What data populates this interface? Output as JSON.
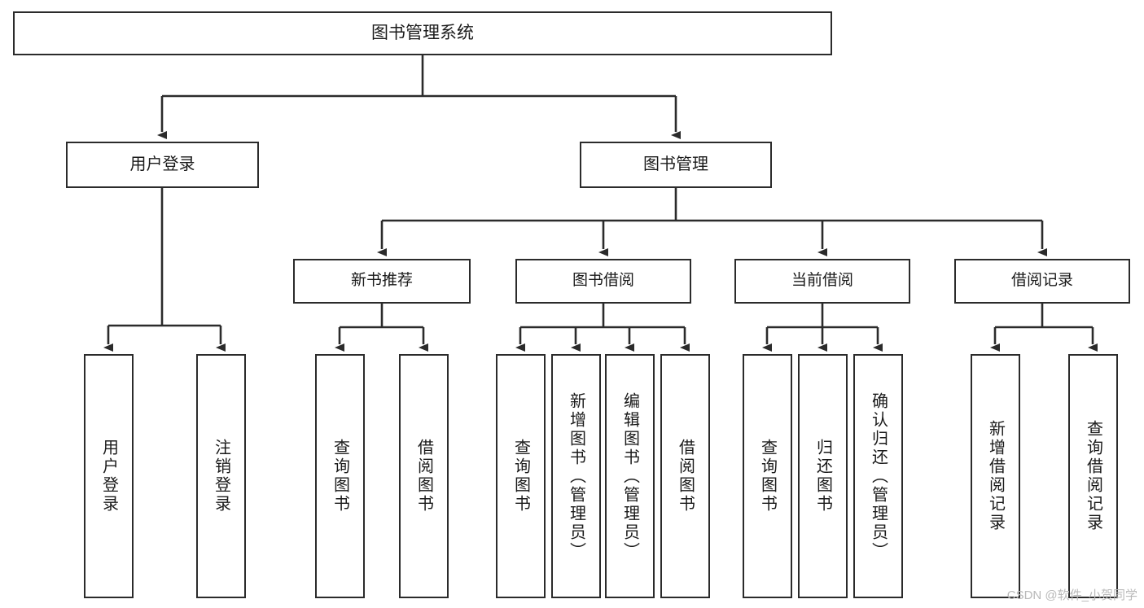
{
  "diagram": {
    "title": "图书管理系统",
    "type": "hierarchy-tree",
    "colors": {
      "box_border": "#2b2b2b",
      "box_fill": "#ffffff",
      "connector": "#2b2b2b",
      "text": "#1a1a1a",
      "watermark": "#b9b9b9"
    },
    "nodes": {
      "root": {
        "label": "图书管理系统"
      },
      "level1": [
        {
          "label": "用户登录"
        },
        {
          "label": "图书管理"
        }
      ],
      "level2": [
        {
          "label": "新书推荐"
        },
        {
          "label": "图书借阅"
        },
        {
          "label": "当前借阅"
        },
        {
          "label": "借阅记录"
        }
      ],
      "leaves": {
        "user_login": [
          {
            "label": "用户登录"
          },
          {
            "label": "注销登录"
          }
        ],
        "new_book_recommend": [
          {
            "label": "查询图书"
          },
          {
            "label": "借阅图书"
          }
        ],
        "book_borrow": [
          {
            "label": "查询图书"
          },
          {
            "label": "新增图书（管理员）"
          },
          {
            "label": "编辑图书（管理员）"
          },
          {
            "label": "借阅图书"
          }
        ],
        "current_borrow": [
          {
            "label": "查询图书"
          },
          {
            "label": "归还图书"
          },
          {
            "label": "确认归还（管理员）"
          }
        ],
        "borrow_record": [
          {
            "label": "新增借阅记录"
          },
          {
            "label": "查询借阅记录"
          }
        ]
      }
    },
    "watermark": "CSDN @软件_小贺同学"
  }
}
